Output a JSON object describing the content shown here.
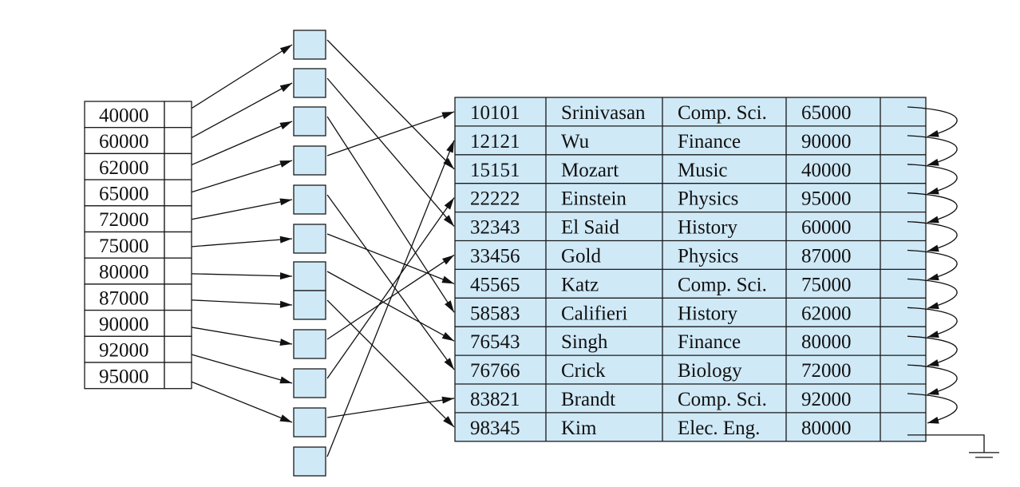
{
  "index_keys": [
    "40000",
    "60000",
    "62000",
    "65000",
    "72000",
    "75000",
    "80000",
    "87000",
    "90000",
    "92000",
    "95000"
  ],
  "records": [
    {
      "id": "10101",
      "name": "Srinivasan",
      "dept": "Comp. Sci.",
      "salary": "65000"
    },
    {
      "id": "12121",
      "name": "Wu",
      "dept": "Finance",
      "salary": "90000"
    },
    {
      "id": "15151",
      "name": "Mozart",
      "dept": "Music",
      "salary": "40000"
    },
    {
      "id": "22222",
      "name": "Einstein",
      "dept": "Physics",
      "salary": "95000"
    },
    {
      "id": "32343",
      "name": "El Said",
      "dept": "History",
      "salary": "60000"
    },
    {
      "id": "33456",
      "name": "Gold",
      "dept": "Physics",
      "salary": "87000"
    },
    {
      "id": "45565",
      "name": "Katz",
      "dept": "Comp. Sci.",
      "salary": "75000"
    },
    {
      "id": "58583",
      "name": "Califieri",
      "dept": "History",
      "salary": "62000"
    },
    {
      "id": "76543",
      "name": "Singh",
      "dept": "Finance",
      "salary": "80000"
    },
    {
      "id": "76766",
      "name": "Crick",
      "dept": "Biology",
      "salary": "72000"
    },
    {
      "id": "83821",
      "name": "Brandt",
      "dept": "Comp. Sci.",
      "salary": "92000"
    },
    {
      "id": "98345",
      "name": "Kim",
      "dept": "Elec. Eng.",
      "salary": "80000"
    }
  ],
  "bucket_count": 12,
  "index_to_bucket": [
    0,
    1,
    2,
    3,
    4,
    5,
    6,
    7,
    8,
    9,
    10
  ],
  "bucket_to_record": [
    2,
    4,
    7,
    0,
    9,
    6,
    8,
    11,
    5,
    3,
    10,
    1
  ],
  "colors": {
    "record_fill": "#cfe9f7",
    "bucket_fill": "#cfe9f7",
    "index_fill": "#ffffff",
    "line": "#111111"
  }
}
